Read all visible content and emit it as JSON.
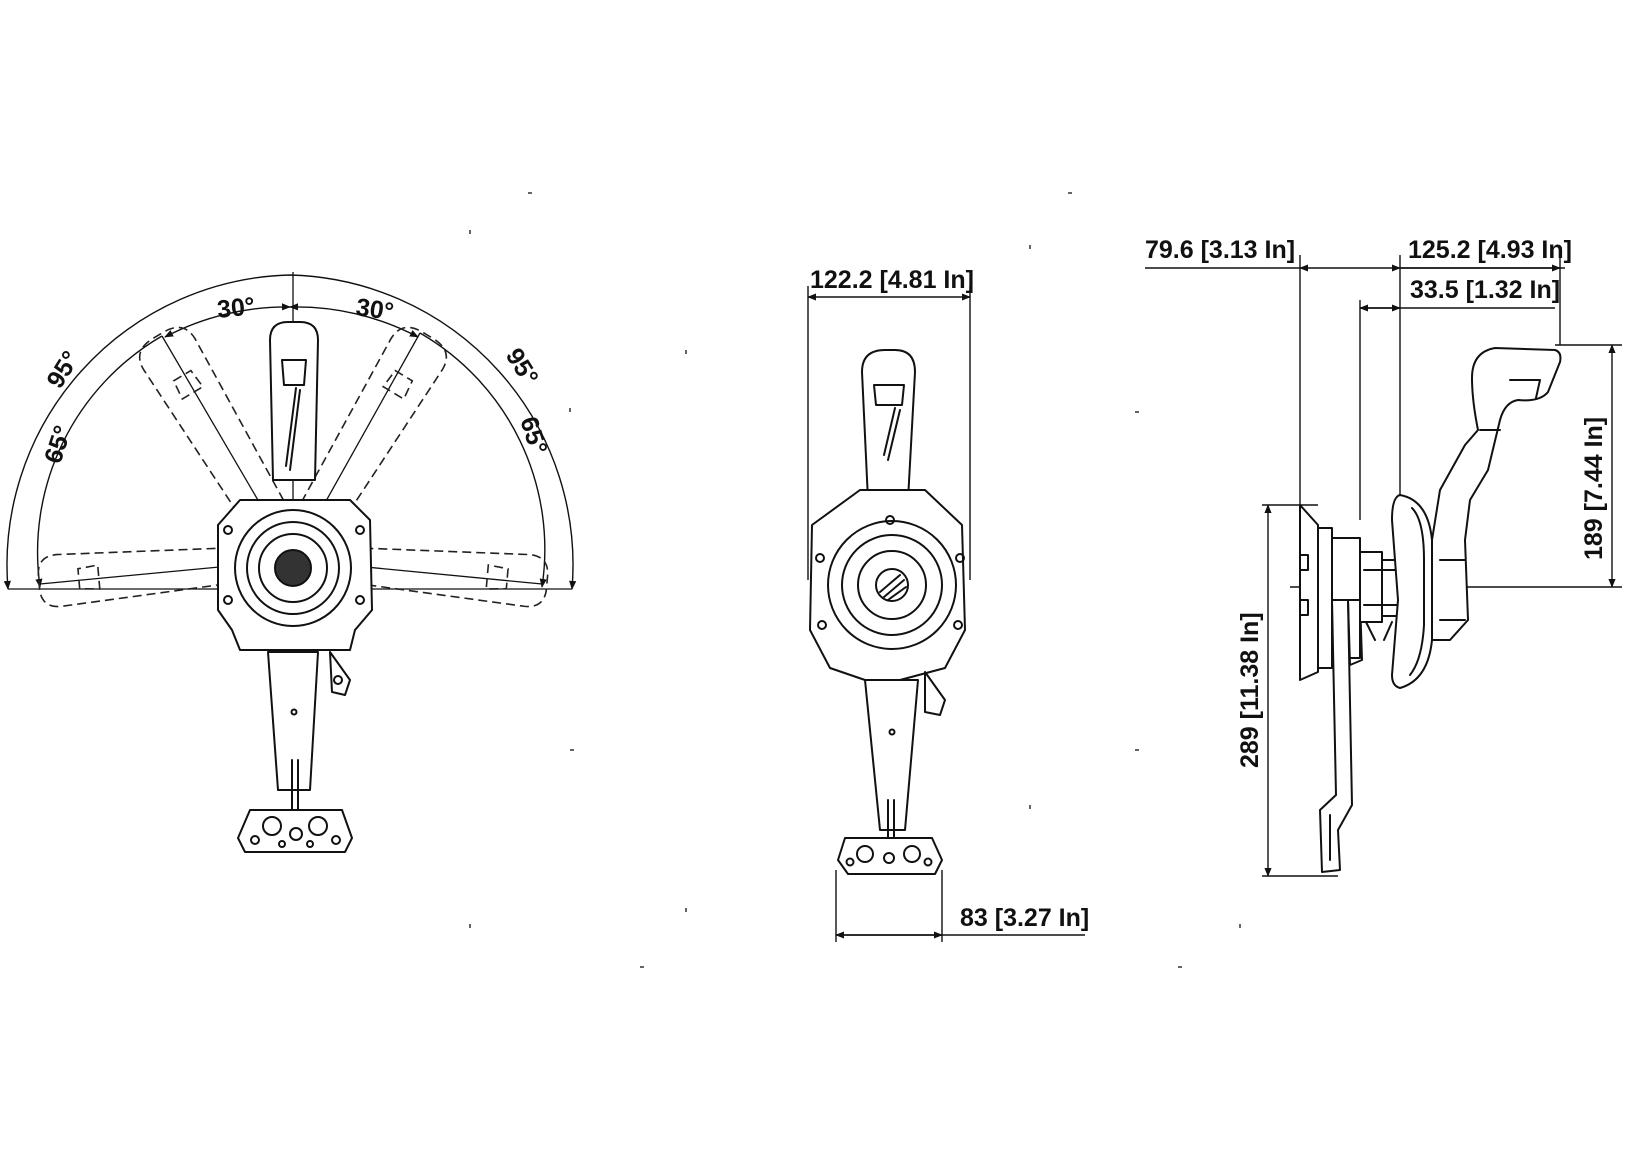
{
  "front_view": {
    "angle_labels": {
      "left_95": "95°",
      "left_65": "65°",
      "left_30": "30°",
      "right_30": "30°",
      "right_95": "95°",
      "right_65": "65°"
    }
  },
  "center_view": {
    "dim_width": "122.2 [4.81 In]",
    "dim_base": "83 [3.27 In]"
  },
  "side_view": {
    "dim_mount_depth": "79.6 [3.13 In]",
    "dim_handle_reach": "125.2 [4.93 In]",
    "dim_hub_offset": "33.5 [1.32 In]",
    "dim_handle_height": "189 [7.44 In]",
    "dim_total_height": "289 [11.38 In]"
  }
}
